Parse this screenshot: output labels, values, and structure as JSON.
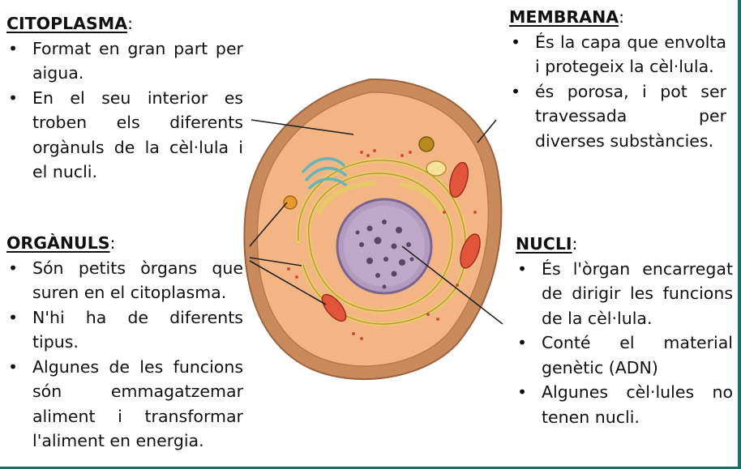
{
  "citoplasma": {
    "title": "CITOPLASMA",
    "colon": ":",
    "items": [
      "Format en gran part per aigua.",
      " En el seu interior es troben els diferents orgànuls de la cèl·lula i el nucli."
    ]
  },
  "organuls": {
    "title": "ORGÀNULS",
    "colon": ":",
    "items": [
      "Són petits òrgans que suren en el citoplasma.",
      "N'hi ha de diferents tipus.",
      "Algunes de les funcions són emmagatzemar aliment i transformar l'aliment en energia."
    ]
  },
  "membrana": {
    "title": "MEMBRANA",
    "colon": ":",
    "items": [
      "És la capa que envolta i protegeix la cèl·lula.",
      "és porosa, i pot ser travessada per diverses substàncies."
    ]
  },
  "nucli": {
    "title": "NUCLI",
    "colon": ":",
    "items": [
      "És l'òrgan encarregat de dirigir les funcions de la cèl·lula.",
      "Conté el material genètic (ADN)",
      "Algunes cèl·lules no tenen nucli."
    ]
  },
  "colors": {
    "membrane": "#c98a5c",
    "cytoplasm": "#f2b583",
    "nucleus": "#b39bc0",
    "reticulum": "#e9c86a",
    "mitochondria": "#e2553b",
    "golgi": "#5fb7b7",
    "accent": "#1e6e63"
  }
}
